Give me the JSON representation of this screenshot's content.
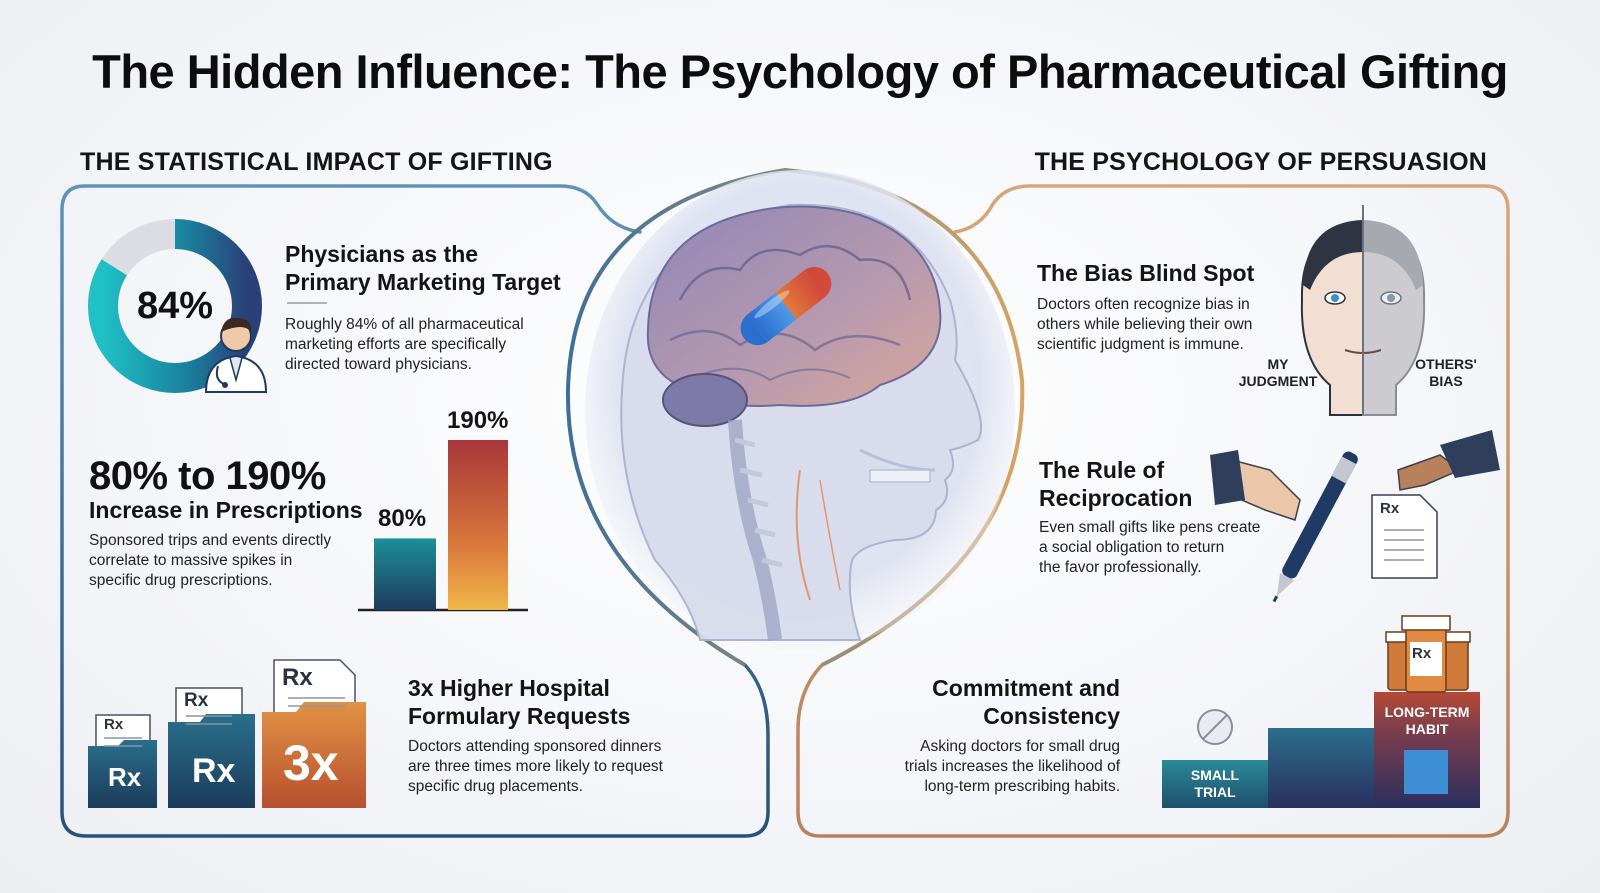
{
  "title": "The Hidden Influence: The Psychology of Pharmaceutical Gifting",
  "left": {
    "heading": "THE STATISTICAL IMPACT OF GIFTING",
    "target": {
      "donut_value": "84%",
      "donut_fraction": 0.84,
      "title_line1": "Physicians as the",
      "title_line2": "Primary Marketing Target",
      "desc1": "Roughly 84% of all pharmaceutical",
      "desc2": "marketing efforts are specifically",
      "desc3": "directed toward physicians."
    },
    "prescriptions": {
      "stat": "80% to 190%",
      "subtitle": "Increase in Prescriptions",
      "desc1": "Sponsored trips and events directly",
      "desc2": "correlate to massive spikes in",
      "desc3": "specific drug prescriptions.",
      "bar_low_label": "80%",
      "bar_low_value": 80,
      "bar_high_label": "190%",
      "bar_high_value": 190
    },
    "formulary": {
      "title_line1": "3x Higher Hospital",
      "title_line2": "Formulary Requests",
      "desc1": "Doctors attending sponsored dinners",
      "desc2": "are three times more likely to request",
      "desc3": "specific drug placements.",
      "folder_rx": "Rx",
      "folder_big": "3x"
    }
  },
  "right": {
    "heading": "THE PSYCHOLOGY OF PERSUASION",
    "bias": {
      "title": "The Bias Blind Spot",
      "desc1": "Doctors often recognize bias in",
      "desc2": "others while believing their own",
      "desc3": "scientific judgment is immune.",
      "label_left1": "MY",
      "label_left2": "JUDGMENT",
      "label_right1": "OTHERS'",
      "label_right2": "BIAS"
    },
    "reciprocation": {
      "title_line1": "The Rule of",
      "title_line2": "Reciprocation",
      "desc1": "Even small gifts like pens create",
      "desc2": "a social obligation to return",
      "desc3": "the favor professionally.",
      "paper_rx": "Rx"
    },
    "commitment": {
      "title_line1": "Commitment and",
      "title_line2": "Consistency",
      "desc1": "Asking doctors for small drug",
      "desc2": "trials increases the likelihood of",
      "desc3": "long-term prescribing habits.",
      "step_small1": "SMALL",
      "step_small2": "TRIAL",
      "step_long1": "LONG-TERM",
      "step_long2": "HABIT",
      "bottle_rx": "Rx"
    }
  },
  "colors": {
    "teal": "#1aa7b3",
    "navy": "#1d3b5e",
    "rust": "#b24a3a",
    "amber": "#e8a33f",
    "blue_frame": "#4f7fa6",
    "orange_frame": "#c9956a"
  }
}
